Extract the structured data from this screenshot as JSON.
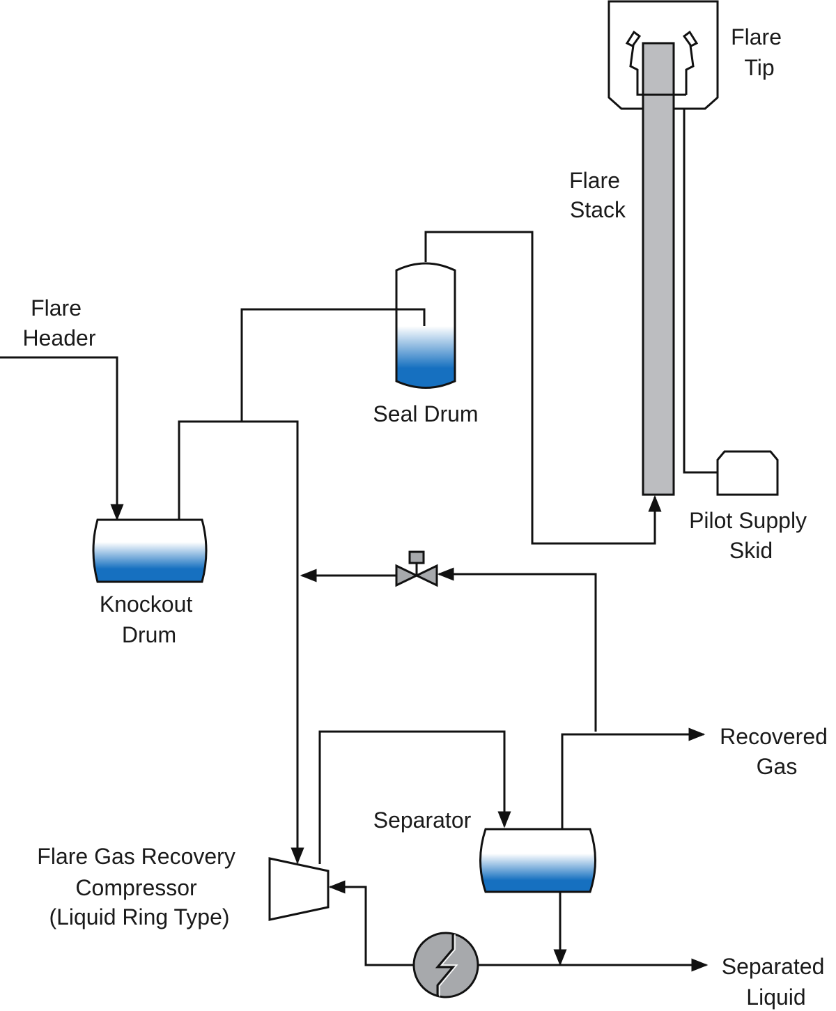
{
  "labels": {
    "flare_tip": [
      "Flare",
      "Tip"
    ],
    "flare_stack": [
      "Flare",
      "Stack"
    ],
    "flare_header": [
      "Flare",
      "Header"
    ],
    "seal_drum": [
      "Seal Drum"
    ],
    "knockout_drum": [
      "Knockout",
      "Drum"
    ],
    "pilot_supply_skid": [
      "Pilot Supply",
      "Skid"
    ],
    "recovered_gas": [
      "Recovered",
      "Gas"
    ],
    "separator": [
      "Separator"
    ],
    "compressor": [
      "Flare Gas Recovery",
      "Compressor",
      "(Liquid Ring Type)"
    ],
    "separated_liquid": [
      "Separated",
      "Liquid"
    ]
  },
  "colors": {
    "stroke": "#111111",
    "stack_fill": "#bcbdc0",
    "liquid_top": "#ffffff",
    "liquid_bottom": "#1670c0",
    "heat_exchanger_fill": "#a7a9ac"
  }
}
